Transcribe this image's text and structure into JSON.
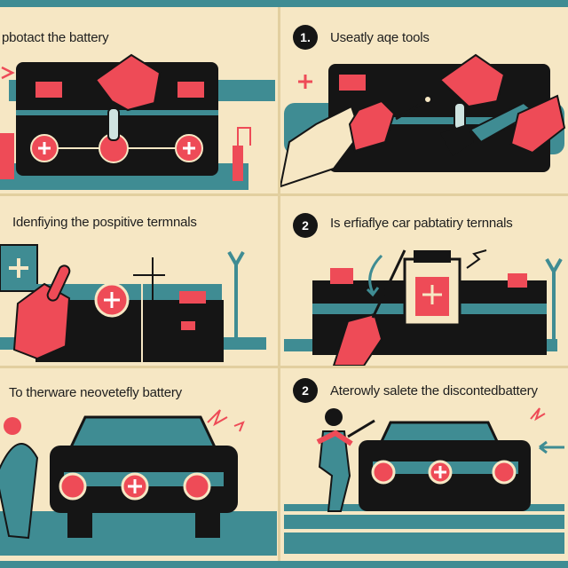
{
  "palette": {
    "background": "#f6e7c4",
    "teal": "#3f8c93",
    "black": "#151515",
    "red": "#ee4b57",
    "cream": "#f6e7c4"
  },
  "panels": [
    {
      "step": "",
      "caption": "pbotact  the battery"
    },
    {
      "step": "1.",
      "caption": "Useatly aqe tools"
    },
    {
      "step": "",
      "caption": "Idenfiying the pospitive termnals"
    },
    {
      "step": "2",
      "caption": "Is erfiaflye car pabtatiry ternnals"
    },
    {
      "step": "",
      "caption": "To therware neovetefly battery"
    },
    {
      "step": "2",
      "caption": "Aterowly salete the discontedbattery"
    }
  ]
}
